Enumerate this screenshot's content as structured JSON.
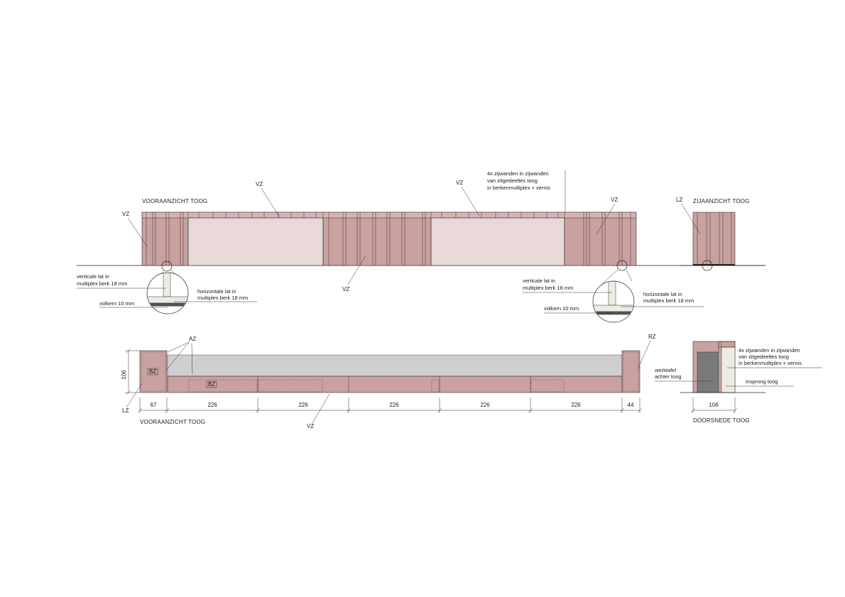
{
  "views": {
    "front_elevation_title": "VOORAANZICHT TOOG",
    "side_elevation_title": "ZIJAANZICHT TOOG",
    "plan_title": "VOORAANZICHT TOOG",
    "section_title": "DOORSNEDE TOOG"
  },
  "labels": {
    "vz": "VZ",
    "lz": "LZ",
    "az": "AZ",
    "rz": "RZ",
    "bz": "BZ"
  },
  "notes": {
    "zijwanden_line1": "4x zijwanden in zijwanden",
    "zijwanden_line2": "van zitgedeeltes toog",
    "zijwanden_line3": "in berkenmultiplex + vernis",
    "zijwanden_b_line1": "4x zijwanden in zijwanden",
    "zijwanden_b_line2": "van zitgedeeltes toog",
    "zijwanden_b_line3": "in berkenmultiplex + vernis",
    "verticale_lat_line1": "verticale lat in",
    "verticale_lat_line2": "multiplex berk 18 mm",
    "horizontale_lat_line1": "horizontale lat in",
    "horizontale_lat_line2": "multiplex berk 18 mm",
    "volkern": "volkern 10 mm",
    "werktafel_line1": "werktafel",
    "werktafel_line2": "achter toog",
    "insprong": "insprong toog"
  },
  "dimensions": {
    "height": "106",
    "segments": [
      "67",
      "226",
      "226",
      "226",
      "226",
      "226",
      "44"
    ],
    "section_depth": "106"
  },
  "colors": {
    "panel": "#c9a1a0",
    "panel_light": "#e8d8d8",
    "top_surface": "#cfcfcf",
    "worktable": "#7a7a7a"
  }
}
